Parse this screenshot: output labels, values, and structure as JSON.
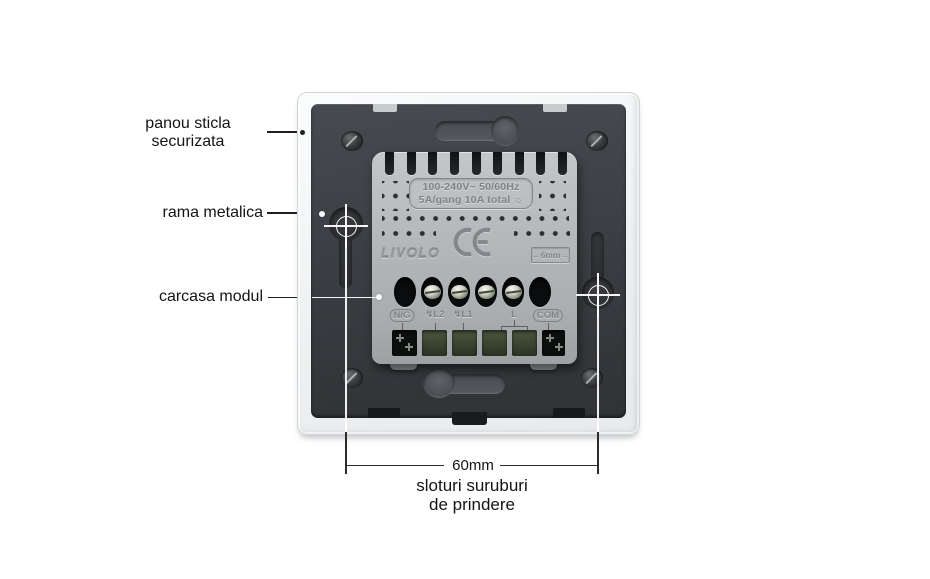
{
  "annotations": {
    "glass_label": {
      "line1": "panou sticla",
      "line2": "securizata"
    },
    "frame_label": "rama metalica",
    "module_label": "carcasa modul",
    "dimension_label": "60mm",
    "screw_slots_label": {
      "line1": "sloturi suruburi",
      "line2": "de prindere"
    }
  },
  "device": {
    "brand": "LIVOLO",
    "rating_line1": "100-240V~  50/60Hz",
    "rating_line2": "5A/gang 10A total ☼",
    "ce_mark": "CE",
    "wire_strip_length": "←6mm→",
    "terminals": [
      "N/G",
      "↯L2",
      "↯L1",
      "L",
      "COM"
    ]
  },
  "colors": {
    "glass": "#f2f4f5",
    "metal_frame": "#3b3e43",
    "module": "#b2b6b9",
    "terminal_green": "#3e4a35",
    "annotation_text": "#141414",
    "leader_dot": "#ffffff"
  }
}
